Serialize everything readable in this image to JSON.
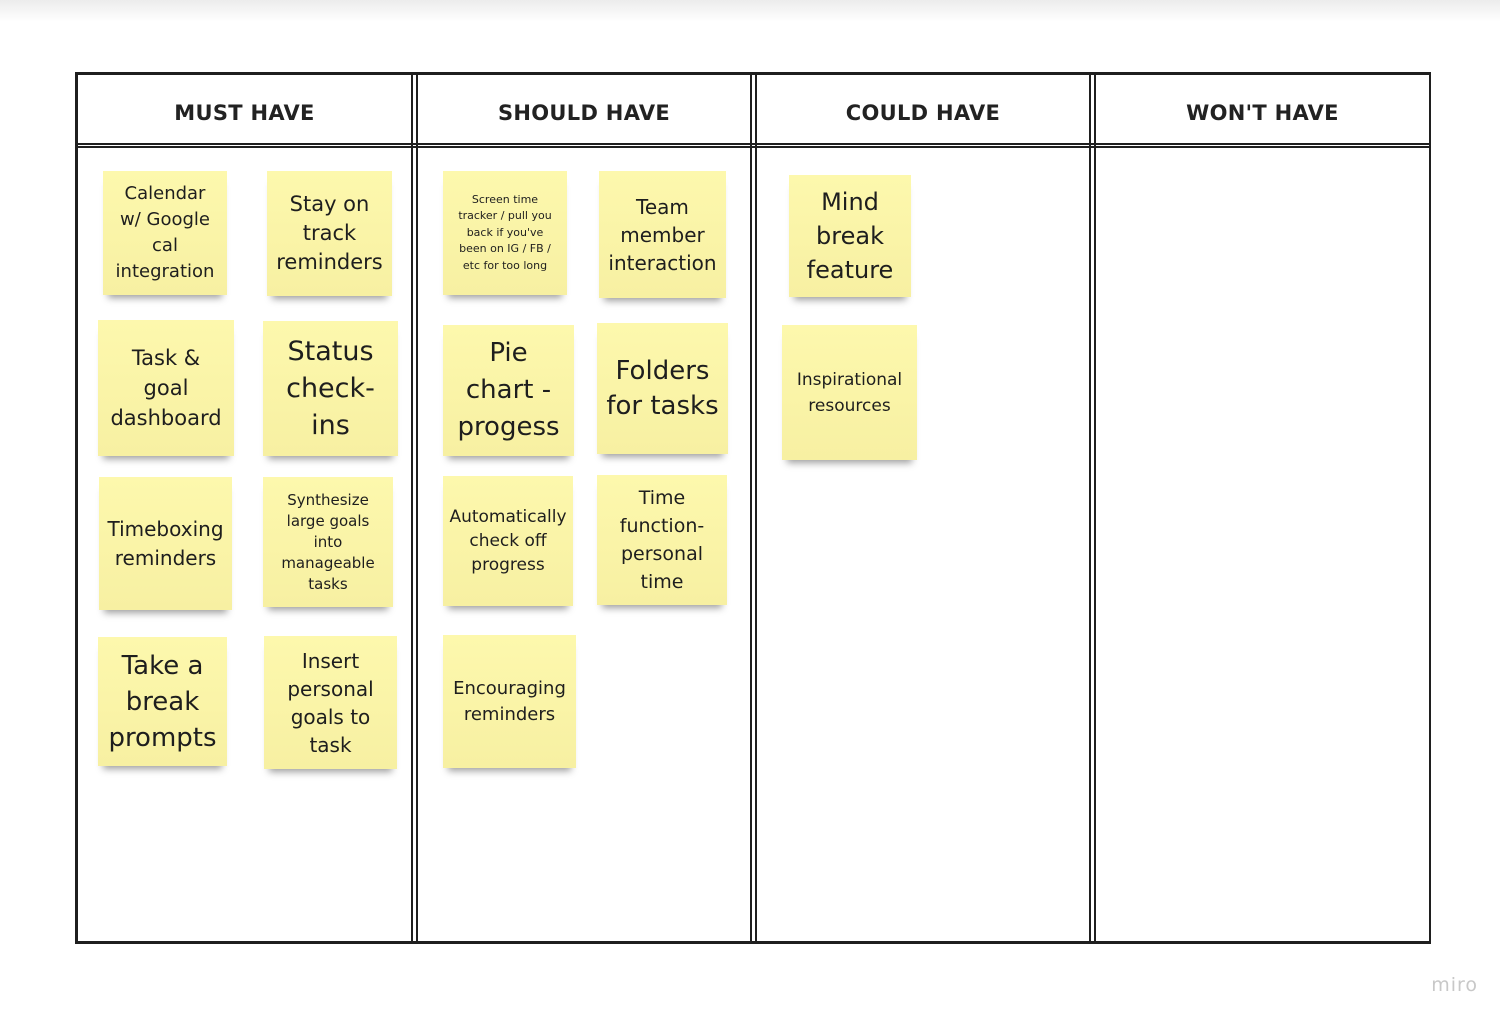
{
  "columns": [
    {
      "key": "must",
      "header": "MUST HAVE"
    },
    {
      "key": "should",
      "header": "SHOULD HAVE"
    },
    {
      "key": "could",
      "header": "COULD HAVE"
    },
    {
      "key": "wont",
      "header": "WON'T HAVE"
    }
  ],
  "notes": {
    "must": [
      "Calendar\nw/ Google\ncal\nintegration",
      "Stay on\ntrack\nreminders",
      "Task &\ngoal\ndashboard",
      "Status\ncheck-\nins",
      "Timeboxing\nreminders",
      "Synthesize\nlarge goals\ninto\nmanageable\ntasks",
      "Take a\nbreak\nprompts",
      "Insert\npersonal\ngoals to\ntask"
    ],
    "should": [
      "Screen time\ntracker / pull you\nback if you've\nbeen on IG / FB /\netc for too long",
      "Team\nmember\ninteraction",
      "Pie\nchart -\nprogess",
      "Folders\nfor tasks",
      "Automatically\ncheck off\nprogress",
      "Time\nfunction-\npersonal\ntime",
      "Encouraging\nreminders"
    ],
    "could": [
      "Mind\nbreak\nfeature",
      "Inspirational\nresources"
    ]
  },
  "watermark": "miro"
}
